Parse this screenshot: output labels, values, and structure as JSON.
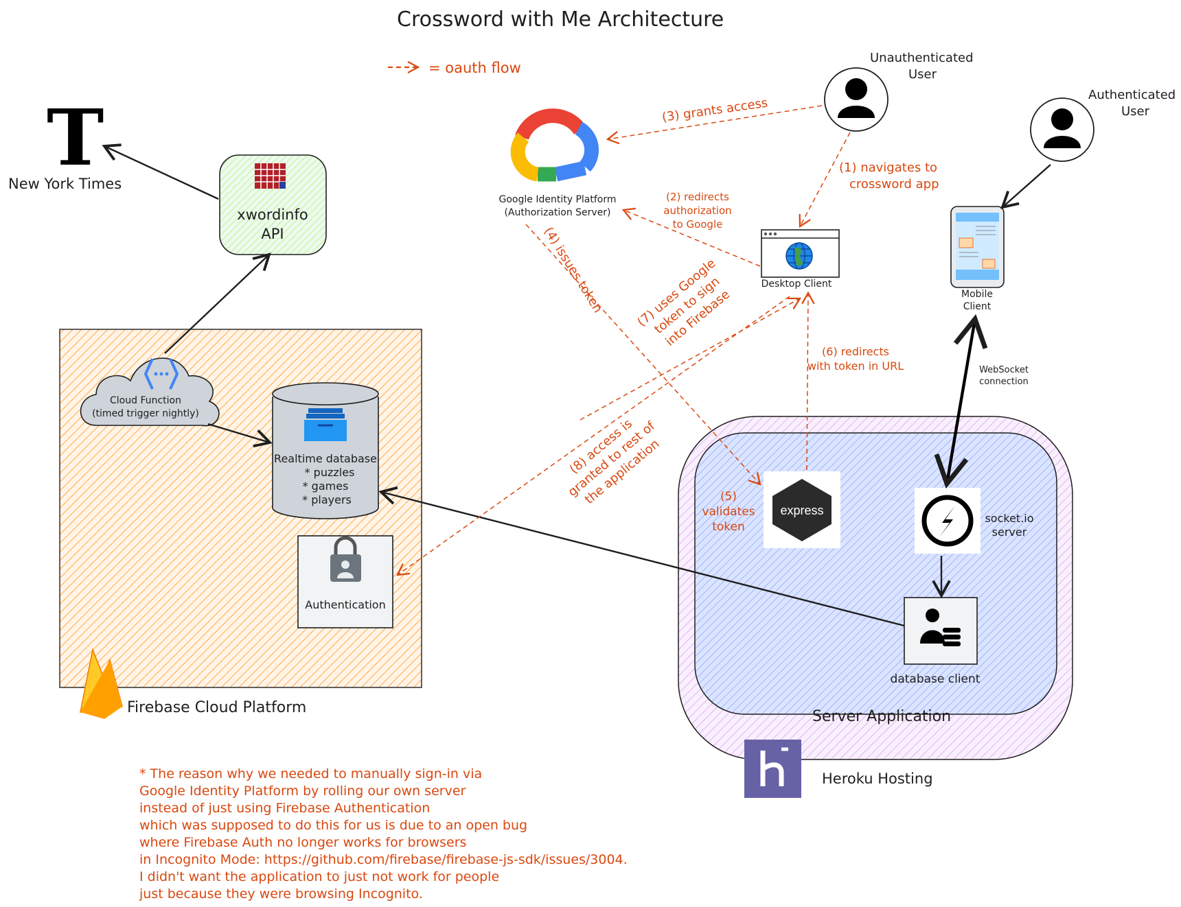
{
  "title": "Crossword with Me Architecture",
  "legend": {
    "arrow_label": "- -> = oauth flow"
  },
  "actors": {
    "unauthenticated_user": [
      "Unauthenticated",
      "User"
    ],
    "authenticated_user": [
      "Authenticated",
      "User"
    ]
  },
  "nodes": {
    "nyt": "New York Times",
    "xwordinfo": [
      "xwordinfo",
      "API"
    ],
    "google_identity": [
      "Google Identity Platform",
      "(Authorization Server)"
    ],
    "desktop_client": "Desktop Client",
    "mobile_client": [
      "Mobile",
      "Client"
    ],
    "cloud_function": [
      "Cloud Function",
      "(timed trigger nightly)"
    ],
    "realtime_db": [
      "Realtime database",
      "* puzzles",
      "* games",
      "* players"
    ],
    "authentication": "Authentication",
    "firebase_platform": "Firebase Cloud Platform",
    "express": "express",
    "socket_server": [
      "socket.io",
      "server"
    ],
    "database_client": "database client",
    "server_application": "Server Application",
    "heroku_hosting": "Heroku Hosting"
  },
  "flows": {
    "step1": [
      "(1) navigates to",
      "crossword app"
    ],
    "step2": [
      "(2) redirects",
      "authorization",
      "to Google"
    ],
    "step3": "(3) grants access",
    "step4": "(4) issues token",
    "step5": [
      "(5)",
      "validates",
      "token"
    ],
    "step6": [
      "(6) redirects",
      "with token in URL"
    ],
    "step7": [
      "(7) uses Google",
      "token to sign",
      "into Firebase"
    ],
    "step8": [
      "(8) access is",
      "granted to rest of",
      "the application"
    ],
    "websocket": [
      "WebSocket",
      "connection"
    ]
  },
  "footnote": [
    "* The reason why we needed to manually sign-in via",
    "Google Identity Platform by rolling our own server",
    "instead of just using Firebase Authentication",
    "which was supposed to do this for us is due to an open bug",
    "where Firebase Auth no longer works for browsers",
    "in Incognito Mode: https://github.com/firebase/firebase-js-sdk/issues/3004.",
    "I didn't want the application to just not work for people",
    "just because they were browsing Incognito."
  ],
  "colors": {
    "oauth": "#d9480f",
    "firebase_fill": "#ffa94d",
    "heroku_outer": "#e599f7",
    "heroku_inner": "#748ffc",
    "xwordinfo_fill": "#d8f5a2",
    "heroku_purple": "#6762a6"
  }
}
